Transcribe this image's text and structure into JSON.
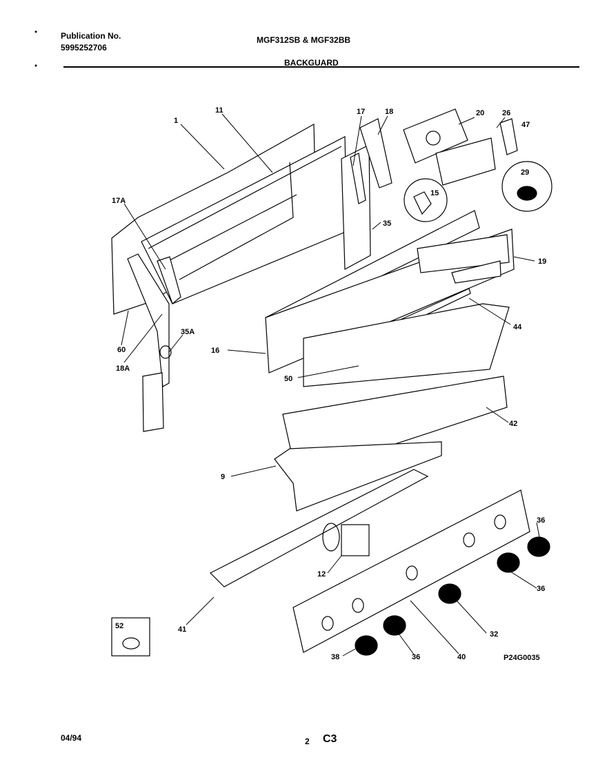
{
  "header": {
    "publication_label": "Publication No.",
    "publication_number": "5995252706",
    "models": "MGF312SB & MGF32BB",
    "section_title": "BACKGUARD"
  },
  "diagram": {
    "figure_code": "P24G0035",
    "callouts": [
      "1",
      "11",
      "17",
      "18",
      "20",
      "26",
      "47",
      "17A",
      "29",
      "15",
      "35",
      "19",
      "35A",
      "16",
      "60",
      "18A",
      "44",
      "50",
      "42",
      "9",
      "36",
      "12",
      "36",
      "41",
      "32",
      "38",
      "36",
      "40",
      "52"
    ]
  },
  "footer": {
    "date": "04/94",
    "page_number": "2",
    "page_code": "C3"
  }
}
